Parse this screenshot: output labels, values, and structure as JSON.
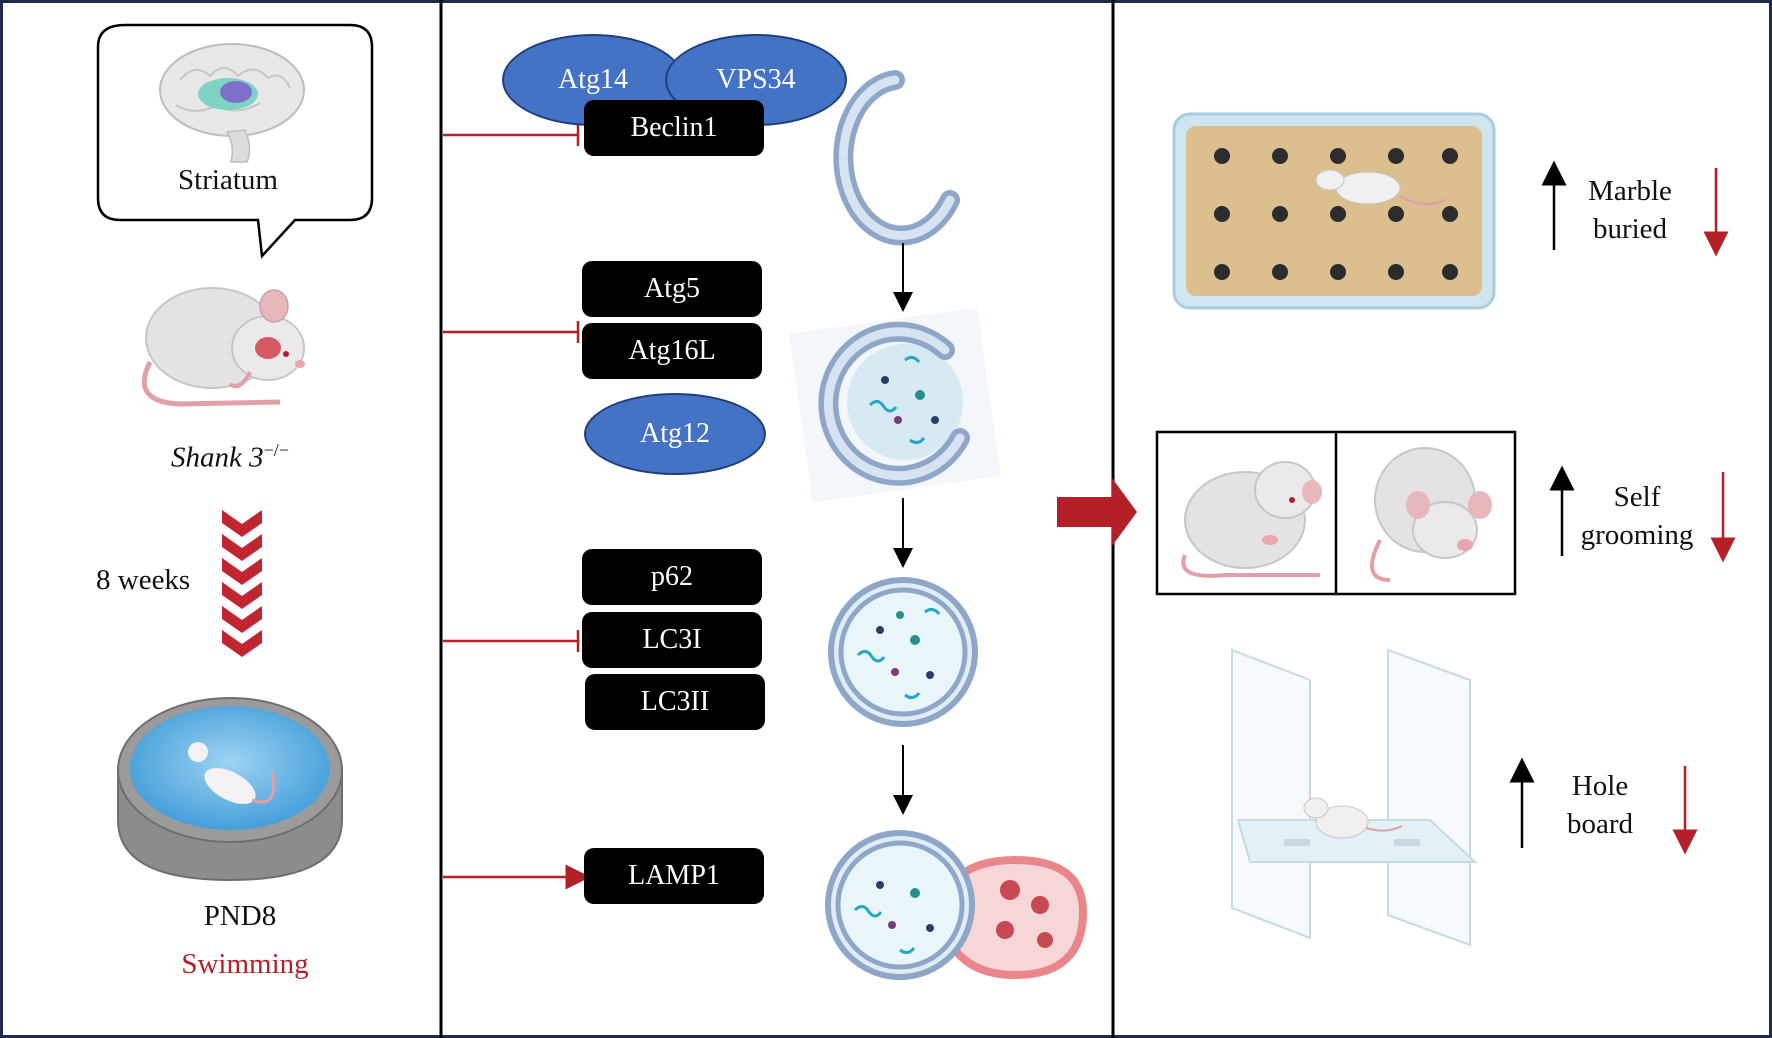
{
  "left_panel": {
    "region_label": "Striatum",
    "genotype_label": "Shank 3",
    "genotype_superscript": "−/−",
    "duration_label": "8 weeks",
    "age_label": "PND8",
    "intervention_label": "Swimming"
  },
  "middle_panel": {
    "complex1": {
      "oval_a": "Atg14",
      "oval_b": "VPS34",
      "box": "Beclin1"
    },
    "complex2": {
      "box_a": "Atg5",
      "box_b": "Atg16L",
      "oval": "Atg12"
    },
    "complex3": {
      "box_a": "p62",
      "box_b": "LC3I",
      "box_c": "LC3II"
    },
    "complex4": {
      "box": "LAMP1"
    }
  },
  "right_panel": {
    "test1": {
      "line1": "Marble",
      "line2": "buried"
    },
    "test2": {
      "line1": "Self",
      "line2": "grooming"
    },
    "test3": {
      "line1": "Hole",
      "line2": "board"
    }
  },
  "colors": {
    "border": "#1f2a4d",
    "divider": "#000000",
    "inhibit_red": "#b32028",
    "oval_blue": "#4472c4",
    "membrane_blue": "#a9bcd6",
    "lysosome_red": "#e8868c",
    "marble_board": "#dcbf8e"
  }
}
